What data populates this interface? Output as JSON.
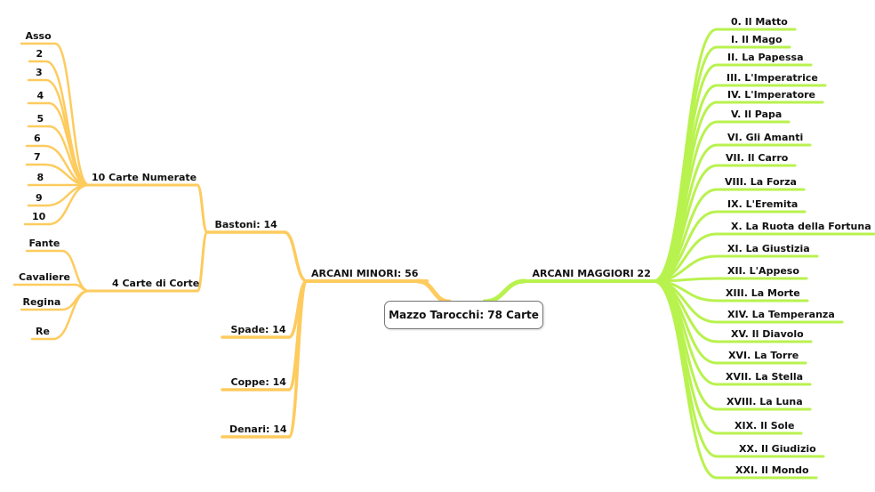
{
  "root": {
    "label": "Mazzo Tarocchi: 78 Carte"
  },
  "colors": {
    "minori": "#FDCB5E",
    "maggiori": "#B8F24E"
  },
  "minori": {
    "label": "ARCANI MINORI: 56",
    "suits": [
      {
        "label": "Bastoni: 14"
      },
      {
        "label": "Spade: 14"
      },
      {
        "label": "Coppe: 14"
      },
      {
        "label": "Denari: 14"
      }
    ],
    "numerate": {
      "label": "10 Carte Numerate",
      "items": [
        "Asso",
        "2",
        "3",
        "4",
        "5",
        "6",
        "7",
        "8",
        "9",
        "10"
      ]
    },
    "corte": {
      "label": "4 Carte di Corte",
      "items": [
        "Fante",
        "Cavaliere",
        "Regina",
        "Re"
      ]
    }
  },
  "maggiori": {
    "label": "ARCANI MAGGIORI 22",
    "items": [
      "0. Il Matto",
      "I. Il Mago",
      "II. La Papessa",
      "III. L'Imperatrice",
      "IV. L'Imperatore",
      "V. Il Papa",
      "VI. Gli Amanti",
      "VII. Il Carro",
      "VIII. La Forza",
      "IX. L'Eremita",
      "X. La Ruota della Fortuna",
      "XI. La Giustizia",
      "XII. L'Appeso",
      "XIII. La Morte",
      "XIV. La Temperanza",
      "XV. Il Diavolo",
      "XVI. La Torre",
      "XVII. La Stella",
      "XVIII. La Luna",
      "XIX. Il Sole",
      "XX. Il Giudizio",
      "XXI. Il Mondo"
    ]
  }
}
